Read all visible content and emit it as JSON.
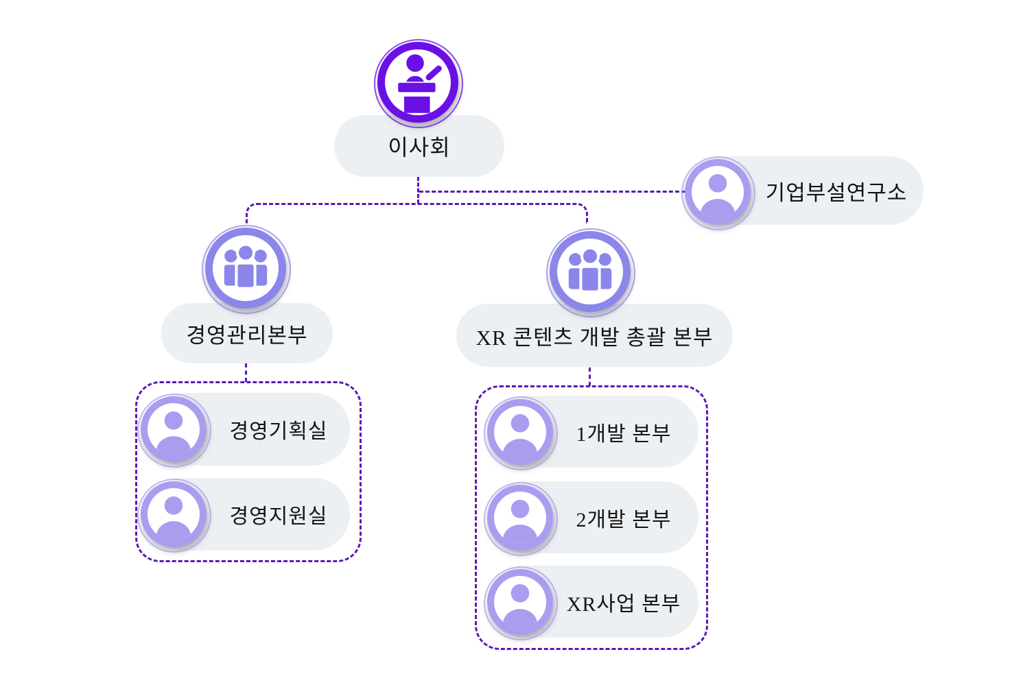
{
  "diagram_type": "org-chart",
  "colors": {
    "root_accent": "#6a10e6",
    "division_accent": "#8b86ea",
    "member_accent": "#a99df0",
    "pill_background": "#edf0f2",
    "connector_line": "#5a18b5",
    "text": "#141414",
    "page_background": "#ffffff"
  },
  "nodes": {
    "board": {
      "label": "이사회",
      "icon": "podium-speaker-icon"
    },
    "research_lab": {
      "label": "기업부설연구소",
      "icon": "person-icon"
    },
    "divisions": [
      {
        "label": "경영관리본부",
        "icon": "people-group-icon",
        "children": [
          {
            "label": "경영기획실",
            "icon": "person-icon"
          },
          {
            "label": "경영지원실",
            "icon": "person-icon"
          }
        ]
      },
      {
        "label": "XR 콘텐츠 개발 총괄 본부",
        "icon": "people-group-icon",
        "children": [
          {
            "label": "1개발 본부",
            "icon": "person-icon"
          },
          {
            "label": "2개발 본부",
            "icon": "person-icon"
          },
          {
            "label": "XR사업 본부",
            "icon": "person-icon"
          }
        ]
      }
    ]
  }
}
